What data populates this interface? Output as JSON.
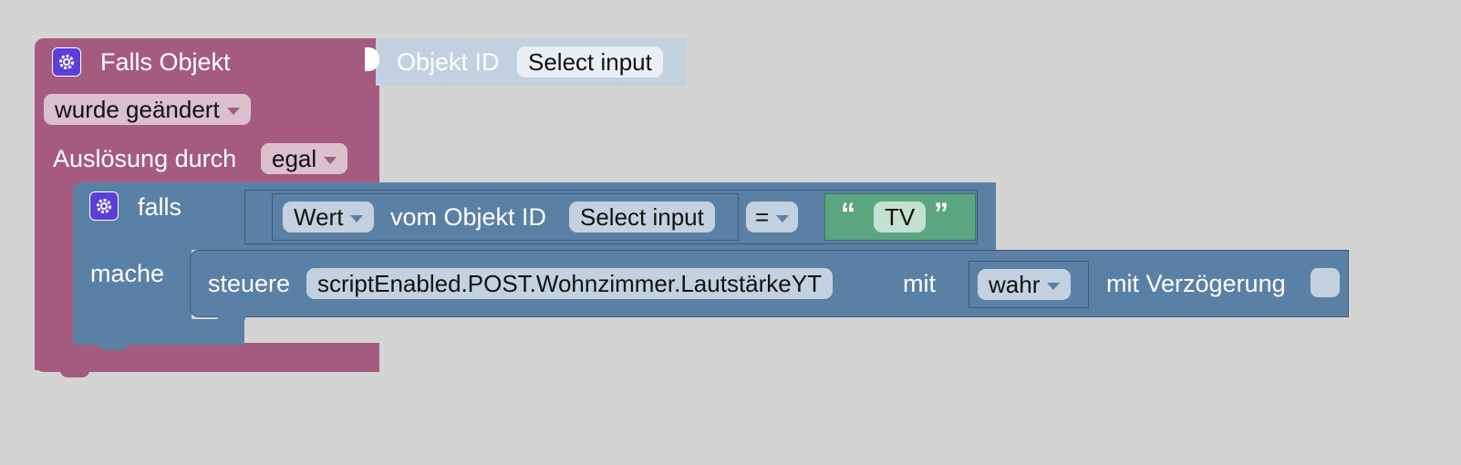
{
  "event_block": {
    "title": "Falls Objekt",
    "object_label": "Objekt ID",
    "object_value": "Select input",
    "condition_value": "wurde geändert",
    "trigger_label": "Auslösung durch",
    "trigger_value": "egal",
    "color": "#a55b80",
    "dropdown_bg": "#dbbfcd"
  },
  "if_block": {
    "if_label": "falls",
    "do_label": "mache",
    "color": "#5b80a5",
    "compare": {
      "property": "Wert",
      "of_label": "vom Objekt ID",
      "object_value": "Select input",
      "operator": "="
    },
    "text_value": "TV",
    "text_color": "#5ba580"
  },
  "control_block": {
    "label": "steuere",
    "target": "scriptEnabled.POST.Wohnzimmer.LautstärkeYT",
    "with_label": "mit",
    "value": "wahr",
    "delay_label": "mit Verzögerung"
  }
}
